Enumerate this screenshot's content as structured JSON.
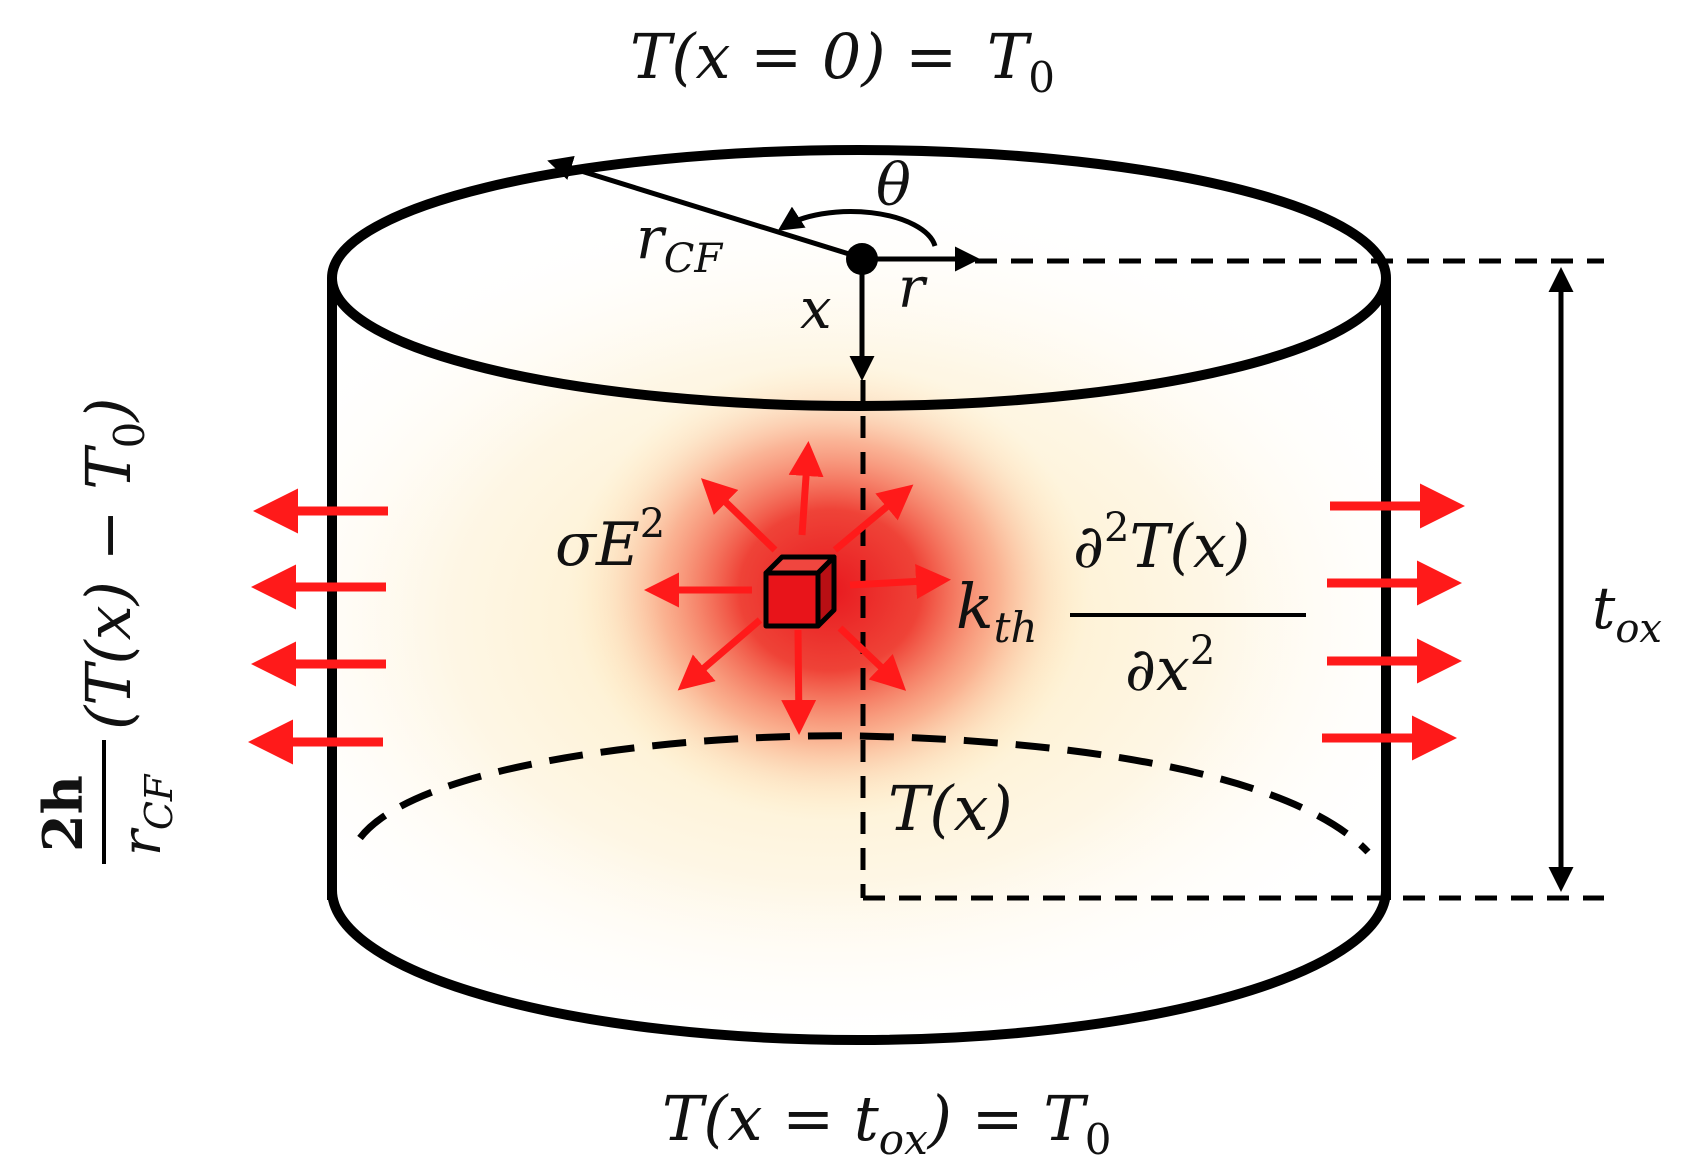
{
  "labels": {
    "top_boundary": {
      "lhs": "T(x = 0) = ",
      "T": "T",
      "sub": "0"
    },
    "bottom_boundary": {
      "lhs": "T(x = ",
      "t": "t",
      "t_sub": "ox",
      "mid": ") = ",
      "T": "T",
      "T_sub": "0"
    },
    "radius": {
      "base": "r",
      "sub": "CF"
    },
    "angle": "θ",
    "axis_x": "x",
    "axis_r": "r",
    "thickness": {
      "base": "t",
      "sub": "ox"
    },
    "joule_heating": {
      "base": "σE",
      "sup": "2"
    },
    "conduction": {
      "coef": "k",
      "coef_sub": "th",
      "numerator_d": "∂",
      "numerator_sup": "2",
      "numerator_rest": "T(x)",
      "denominator_d": "∂x",
      "denominator_sup": "2"
    },
    "temperature": "T(x)",
    "convection": {
      "num": "2h",
      "den_base": "r",
      "den_sub": "CF",
      "expr": "(T(x) − T",
      "expr_sub": "0",
      "expr_end": ")"
    }
  },
  "colors": {
    "outline": "#000000",
    "heat_arrow": "#ff1a1a",
    "hotspot_core": "#e8191f",
    "glow": "#fde6b0",
    "cube_fill": "#e8141a"
  },
  "icons": {
    "element_cube": "cube-icon",
    "origin": "origin-dot-icon"
  }
}
